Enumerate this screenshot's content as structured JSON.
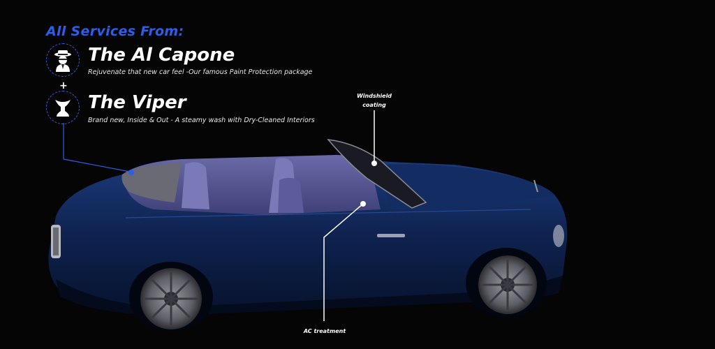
{
  "heading": "All Services From:",
  "packages": [
    {
      "title": "The Al Capone",
      "description": "Rejuvenate that new car feel -Our famous Paint Protection package",
      "icon": "gangster-icon"
    },
    {
      "title": "The Viper",
      "description": "Brand new, Inside & Out - A steamy wash with Dry-Cleaned Interiors",
      "icon": "viper-icon"
    }
  ],
  "plus": "+",
  "callouts": {
    "windshield": "Windshield coating",
    "ac": "AC treatment"
  },
  "colors": {
    "accent": "#2d5ee8",
    "car_body": "#0f2350",
    "interior": "#4f4f8f",
    "background": "#050505"
  }
}
